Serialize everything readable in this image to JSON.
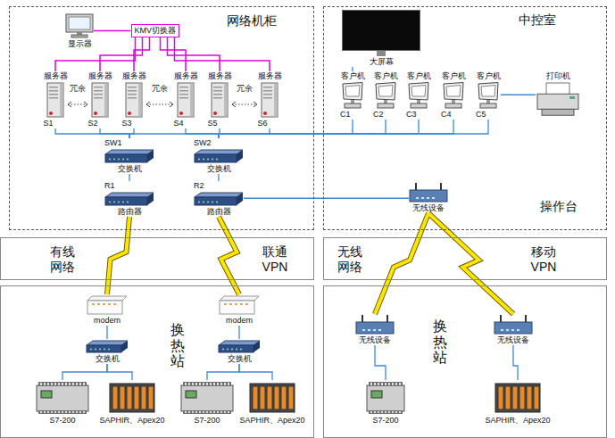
{
  "diagram": {
    "nodes": [
      {
        "text": [
          "网络机柜"
        ]
      },
      {
        "text": [
          "显示器"
        ],
        "in": 0
      },
      {
        "text": [
          "KMV切换器"
        ],
        "in": 0
      },
      {
        "text": [
          "服务器",
          "S1"
        ],
        "in": 0
      },
      {
        "text": [
          "服务器",
          "S2"
        ],
        "in": 0
      },
      {
        "text": [
          "服务器",
          "S3"
        ],
        "in": 0
      },
      {
        "text": [
          "服务器",
          "S4"
        ],
        "in": 0
      },
      {
        "text": [
          "服务器",
          "S5"
        ],
        "in": 0
      },
      {
        "text": [
          "服务器",
          "S6"
        ],
        "in": 0
      },
      {
        "text": [
          "SW1",
          "交换机"
        ],
        "in": 0
      },
      {
        "text": [
          "SW2",
          "交换机"
        ],
        "in": 0
      },
      {
        "text": [
          "R1",
          "路由器"
        ],
        "in": 0
      },
      {
        "text": [
          "R2",
          "路由器"
        ],
        "in": 0
      },
      {
        "text": [
          "中控室",
          "操作台"
        ]
      },
      {
        "text": [
          "大屏幕"
        ],
        "in": 13
      },
      {
        "text": [
          "客户机",
          "C1"
        ],
        "in": 13
      },
      {
        "text": [
          "客户机",
          "C2"
        ],
        "in": 13
      },
      {
        "text": [
          "客户机",
          "C3"
        ],
        "in": 13
      },
      {
        "text": [
          "客户机",
          "C4"
        ],
        "in": 13
      },
      {
        "text": [
          "客户机",
          "C5"
        ],
        "in": 13
      },
      {
        "text": [
          "打印机"
        ],
        "in": 13
      },
      {
        "text": [
          "无线设备"
        ],
        "in": 13
      },
      {
        "text": [
          "有线 网络",
          "联通 VPN"
        ]
      },
      {
        "text": [
          "无线 网络",
          "移动 VPN"
        ]
      },
      {
        "text": [
          "换热站"
        ]
      },
      {
        "text": [
          "modem"
        ],
        "in": 24
      },
      {
        "text": [
          "modem"
        ],
        "in": 24
      },
      {
        "text": [
          "交换机"
        ],
        "in": 24
      },
      {
        "text": [
          "交换机"
        ],
        "in": 24
      },
      {
        "text": [
          "S7-200"
        ],
        "in": 24
      },
      {
        "text": [
          "SAPHIR、Apex20"
        ],
        "in": 24
      },
      {
        "text": [
          "S7-200"
        ],
        "in": 24
      },
      {
        "text": [
          "SAPHIR、Apex20"
        ],
        "in": 24
      },
      {
        "text": [
          "换热站"
        ]
      },
      {
        "text": [
          "无线设备"
        ],
        "in": 33
      },
      {
        "text": [
          "无线设备"
        ],
        "in": 33
      },
      {
        "text": [
          "S7-200"
        ],
        "in": 33
      },
      {
        "text": [
          "SAPHIR、Apex20"
        ],
        "in": 33
      }
    ],
    "edges": [
      {
        "from": 2,
        "to": 1,
        "arrow": "none"
      },
      {
        "from": 2,
        "to": 3,
        "arrow": "none"
      },
      {
        "from": 2,
        "to": 4,
        "arrow": "none"
      },
      {
        "from": 2,
        "to": 5,
        "arrow": "none"
      },
      {
        "from": 2,
        "to": 6,
        "arrow": "none"
      },
      {
        "from": 2,
        "to": 7,
        "arrow": "none"
      },
      {
        "from": 2,
        "to": 8,
        "arrow": "none"
      },
      {
        "from": 3,
        "to": 9,
        "arrow": "none"
      },
      {
        "from": 4,
        "to": 9,
        "arrow": "none"
      },
      {
        "from": 5,
        "to": 9,
        "arrow": "none"
      },
      {
        "from": 6,
        "to": 10,
        "arrow": "none"
      },
      {
        "from": 7,
        "to": 10,
        "arrow": "none"
      },
      {
        "from": 8,
        "to": 10,
        "arrow": "none"
      },
      {
        "from": 9,
        "to": 10,
        "arrow": "none"
      },
      {
        "from": 15,
        "to": 10,
        "arrow": "none"
      },
      {
        "from": 16,
        "to": 10,
        "arrow": "none"
      },
      {
        "from": 17,
        "to": 10,
        "arrow": "none"
      },
      {
        "from": 18,
        "to": 10,
        "arrow": "none"
      },
      {
        "from": 19,
        "to": 10,
        "arrow": "none"
      },
      {
        "from": 14,
        "to": 15,
        "arrow": "none"
      },
      {
        "from": 19,
        "to": 20,
        "arrow": "none"
      },
      {
        "from": 9,
        "to": 11,
        "arrow": "none"
      },
      {
        "from": 10,
        "to": 12,
        "arrow": "none"
      },
      {
        "from": 12,
        "to": 21,
        "arrow": "none"
      },
      {
        "from": 11,
        "to": 25,
        "arrow": "none"
      },
      {
        "from": 12,
        "to": 26,
        "arrow": "none"
      },
      {
        "from": 21,
        "to": 34,
        "arrow": "none"
      },
      {
        "from": 21,
        "to": 35,
        "arrow": "none"
      },
      {
        "from": 25,
        "to": 27,
        "arrow": "none"
      },
      {
        "from": 26,
        "to": 28,
        "arrow": "none"
      },
      {
        "from": 27,
        "to": 29,
        "arrow": "none"
      },
      {
        "from": 27,
        "to": 30,
        "arrow": "none"
      },
      {
        "from": 28,
        "to": 31,
        "arrow": "none"
      },
      {
        "from": 28,
        "to": 32,
        "arrow": "none"
      },
      {
        "from": 34,
        "to": 36,
        "arrow": "none"
      },
      {
        "from": 35,
        "to": 37,
        "arrow": "none"
      }
    ],
    "labels": [
      "冗余",
      "冗余",
      "冗余"
    ]
  }
}
